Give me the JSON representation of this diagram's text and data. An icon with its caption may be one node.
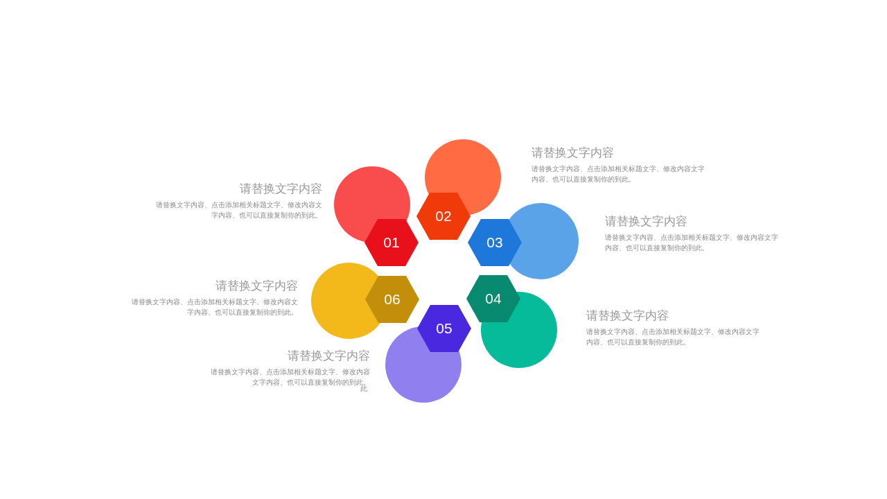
{
  "diagram": {
    "nodes": [
      {
        "text": [
          "01"
        ],
        "beside": [
          "请替换文字内容",
          "请替换文字内容、点击添加相关标题文字、修改内容文字内容、也可以直接复制你的到此。"
        ]
      },
      {
        "text": [
          "02"
        ],
        "beside": [
          "请替换文字内容",
          "请替换文字内容、点击添加相关标题文字、修改内容文字内容、也可以直接复制你的到此。"
        ]
      },
      {
        "text": [
          "03"
        ],
        "beside": [
          "请替换文字内容",
          "请替换文字内容、点击添加相关标题文字、修改内容文字内容、也可以直接复制你的到此。"
        ]
      },
      {
        "text": [
          "04"
        ],
        "beside": [
          "请替换文字内容",
          "请替换文字内容、点击添加相关标题文字、修改内容文字内容、也可以直接复制你的到此。"
        ]
      },
      {
        "text": [
          "05"
        ],
        "beside": [
          "请替换文字内容",
          "请替换文字内容、点击添加相关标题文字、修改内容文字内容、也可以直接复制你的到此。"
        ]
      },
      {
        "text": [
          "06"
        ],
        "beside": [
          "请替换文字内容",
          "请替换文字内容、点击添加相关标题文字、修改内容文字内容、也可以直接复制你的到此。"
        ]
      }
    ],
    "edges": [],
    "labels": [
      "此"
    ]
  }
}
